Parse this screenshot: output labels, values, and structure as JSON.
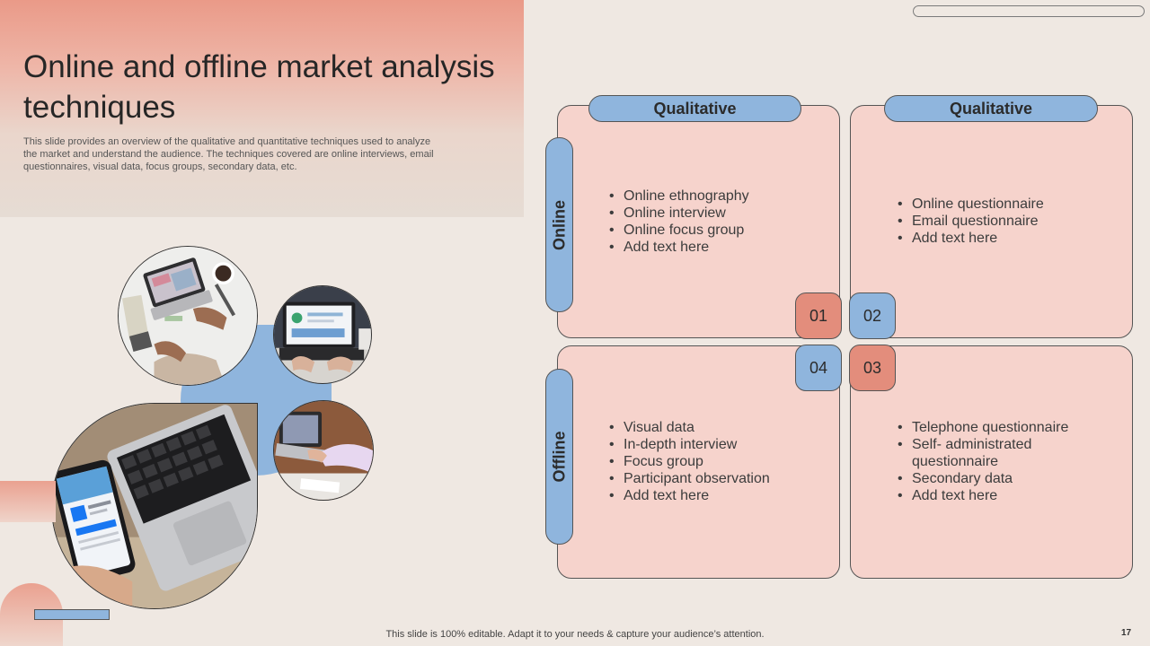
{
  "header": {
    "title": "Online and offline market analysis techniques",
    "subtitle": "This slide provides an overview of the qualitative and quantitative techniques used to analyze the market and understand the audience. The techniques covered are online interviews, email questionnaires, visual data, focus groups, secondary data, etc."
  },
  "matrix": {
    "columns": [
      "Qualitative",
      "Qualitative"
    ],
    "rows": [
      "Online",
      "Offline"
    ],
    "quadrants": {
      "q01": {
        "number": "01",
        "items": [
          "Online ethnography",
          "Online interview",
          "Online focus group",
          "Add text here"
        ]
      },
      "q02": {
        "number": "02",
        "items": [
          "Online questionnaire",
          "Email questionnaire",
          "Add text here"
        ]
      },
      "q04": {
        "number": "04",
        "items": [
          "Visual data",
          "In-depth  interview",
          "Focus group",
          "Participant observation",
          "Add text here"
        ]
      },
      "q03": {
        "number": "03",
        "items": [
          "Telephone questionnaire",
          "Self- administrated questionnaire",
          "Secondary data",
          "Add text here"
        ]
      }
    }
  },
  "photos": [
    "laptop-analytics-photo",
    "laptop-dashboard-photo",
    "laptop-typing-photo",
    "phone-laptop-photo"
  ],
  "footer": {
    "note": "This slide is 100% editable. Adapt it to your needs & capture your audience’s attention.",
    "page_number": "17"
  },
  "colors": {
    "coral": "#e38d7c",
    "blue": "#8fb5dd",
    "card_pink": "#f6d3cc",
    "background": "#efe8e2"
  }
}
